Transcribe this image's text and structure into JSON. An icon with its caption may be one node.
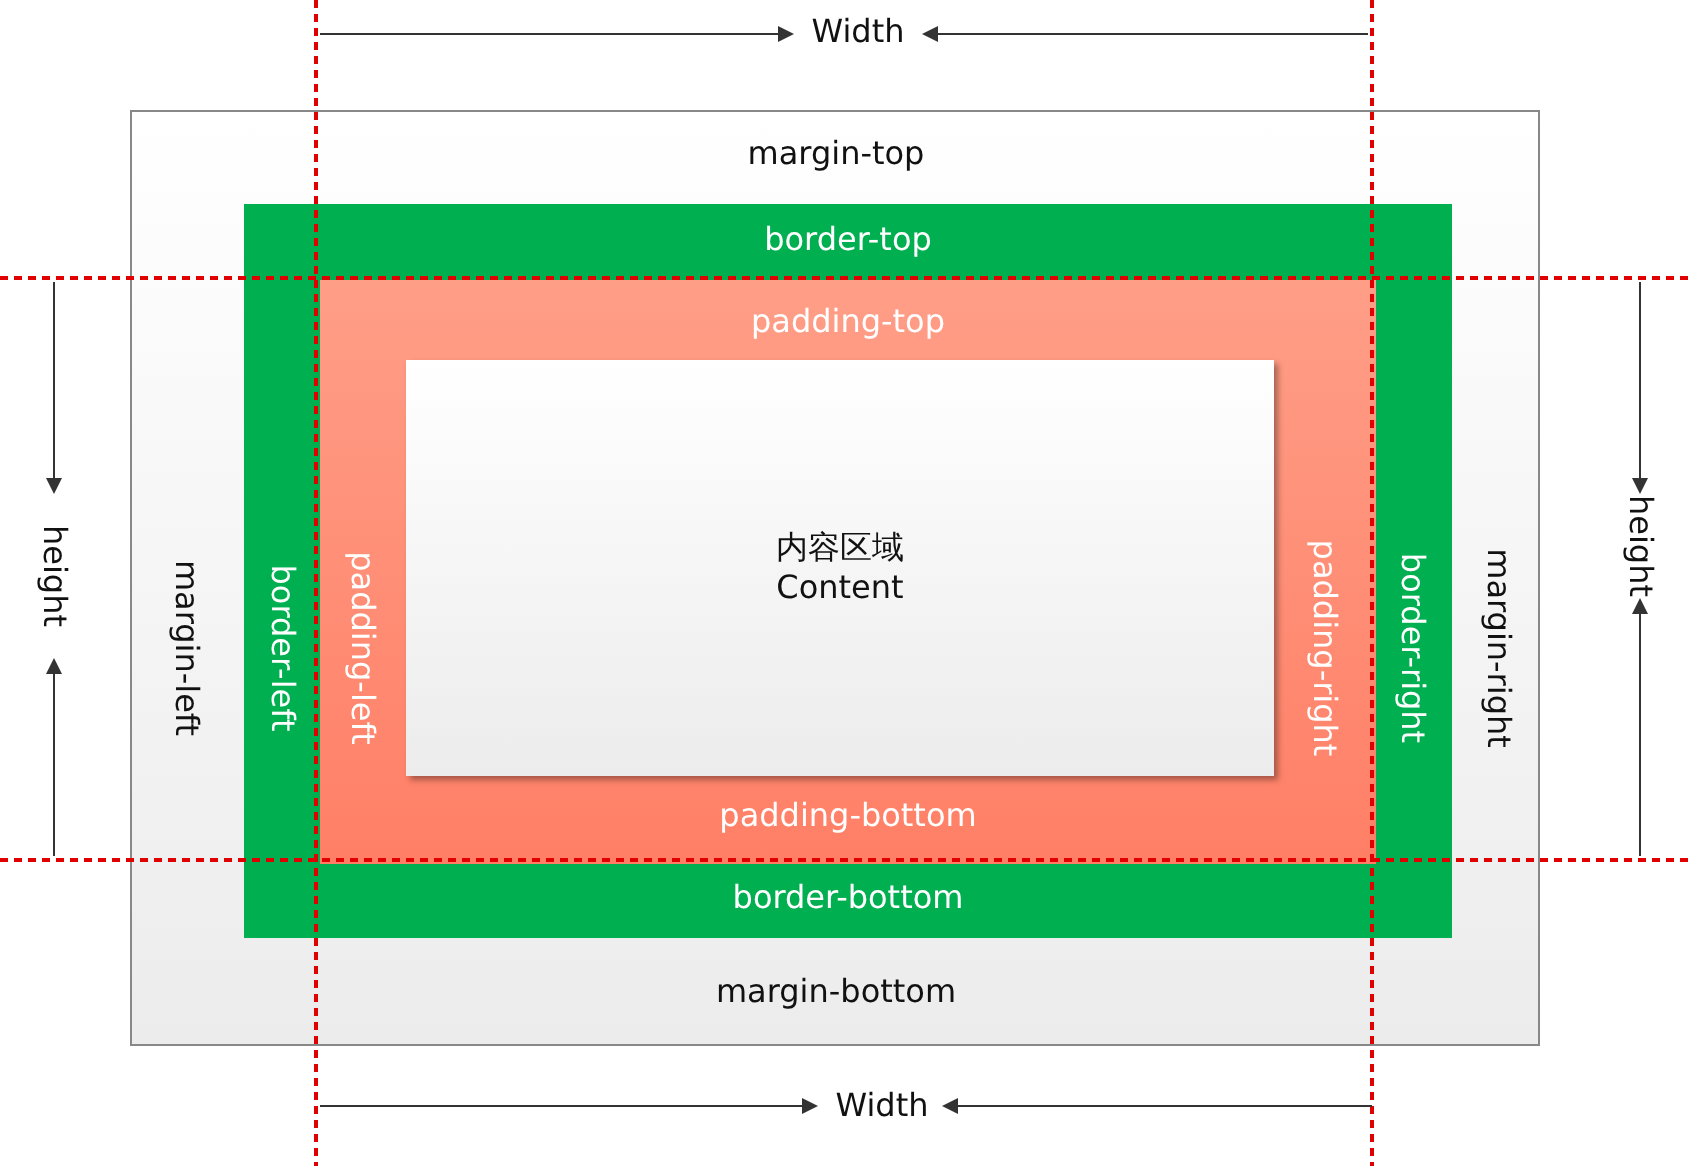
{
  "diagram": {
    "nodes": [
      {
        "text": [
          "margin-top",
          "margin-left",
          "margin-right",
          "margin-bottom"
        ]
      },
      {
        "text": [
          "border-top",
          "border-left",
          "border-right",
          "border-bottom"
        ],
        "in": 0
      },
      {
        "text": [
          "padding-top",
          "padding-left",
          "padding-right",
          "padding-bottom"
        ],
        "in": 1
      },
      {
        "text": [
          "内容区域",
          "Content"
        ],
        "in": 2
      }
    ],
    "edges": [],
    "labels": [
      "Width",
      "height",
      "height",
      "Width"
    ]
  }
}
